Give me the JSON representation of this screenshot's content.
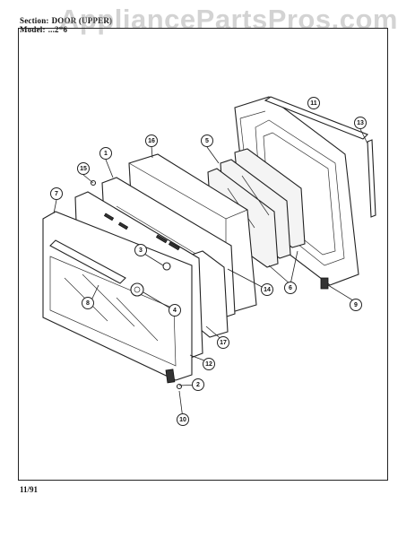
{
  "header": {
    "section_label": "Section:",
    "section_value": "DOOR (UPPER)",
    "model_label": "Model:",
    "model_value": "...2*6"
  },
  "watermark": "AppliancePartsPros.com",
  "footer": {
    "date": "11/91"
  },
  "callouts": [
    "11",
    "13",
    "16",
    "5",
    "1",
    "15",
    "7",
    "3",
    "8",
    "4",
    "14",
    "6",
    "9",
    "17",
    "12",
    "2",
    "10"
  ]
}
